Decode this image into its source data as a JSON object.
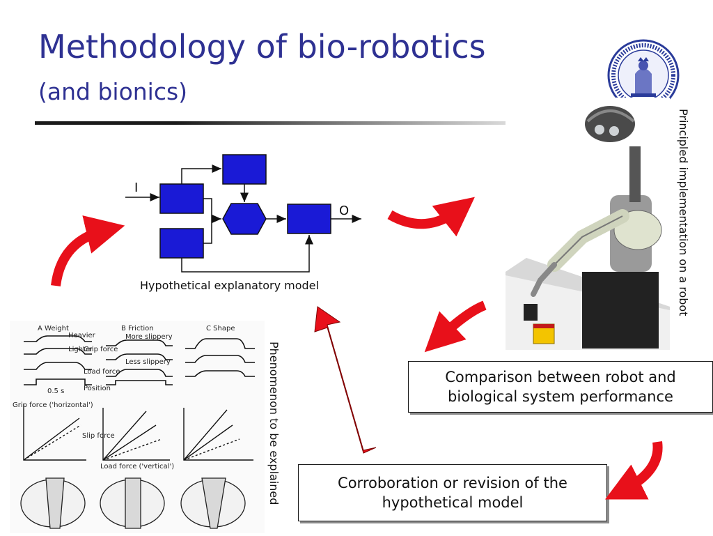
{
  "slide": {
    "title": "Methodology of bio-robotics",
    "subtitle": "(and bionics)"
  },
  "model": {
    "input_label": "I",
    "output_label": "O",
    "caption": "Hypothetical explanatory model",
    "block_color": "#1a1ad6"
  },
  "robot": {
    "label": "Principled implementation on a robot"
  },
  "comparison": {
    "line1": "Comparison between robot and",
    "line2": "biological system performance"
  },
  "corroboration": {
    "line1": "Corroboration or revision of the",
    "line2": "hypothetical model"
  },
  "phenomenon": {
    "label": "Phenomenon to be explained",
    "panel_titles": [
      "A  Weight",
      "B  Friction",
      "C  Shape"
    ],
    "annotations": {
      "heavier": "Heavier",
      "lighter": "Lighter",
      "grip_force": "Grip force",
      "load_force": "Load force",
      "position": "Position",
      "time_scale": "0.5 s",
      "more_slippery": "More slippery",
      "less_slippery": "Less slippery",
      "grip_force_horizontal": "Grip force ('horizontal')",
      "slip_force": "Slip force",
      "load_force_vertical": "Load force ('vertical')"
    }
  },
  "colors": {
    "title": "#2e3192",
    "arrow": "#e8101a",
    "arrow_outline": "#7a0000"
  }
}
